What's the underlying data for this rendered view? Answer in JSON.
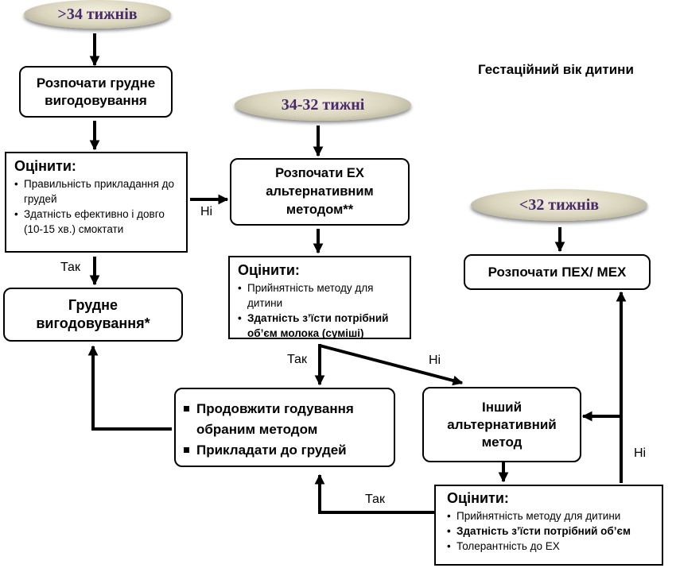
{
  "title": "Гестаційний вік дитини",
  "age_groups": {
    "gt34": ">34 тижнів",
    "w34_32": "34-32 тижні",
    "lt32": "<32 тижнів"
  },
  "boxes": {
    "start_breastfeeding": "Розпочати грудне вигодовування",
    "assess1": {
      "heading": "Оцінити:",
      "items": [
        "Правильність прикладання до грудей",
        "Здатність ефективно і довго (10-15 хв.) смоктати"
      ]
    },
    "breastfeeding": "Грудне вигодовування*",
    "start_ef_alt": "Розпочати ЕХ альтернативним методом**",
    "assess2": {
      "heading": "Оцінити:",
      "items": [
        "Прийнятність методу для дитини",
        "Здатність з’їсти потрібний об’єм молока (суміші)"
      ]
    },
    "continue": {
      "items": [
        "Продовжити годування обраним методом",
        "Прикладати до грудей"
      ]
    },
    "other_method": "Інший альтернативний метод",
    "assess3": {
      "heading": "Оцінити:",
      "items": [
        "Прийнятність методу для дитини",
        "Здатність з’їсти потрібний об’єм",
        "Толерантність до ЕХ"
      ]
    },
    "start_pex": "Розпочати ПЕХ/ МЕХ"
  },
  "labels": {
    "no1": "Ні",
    "yes1": "Так",
    "yes2": "Так",
    "no2": "Ні",
    "yes3": "Так",
    "no3": "Ні"
  }
}
